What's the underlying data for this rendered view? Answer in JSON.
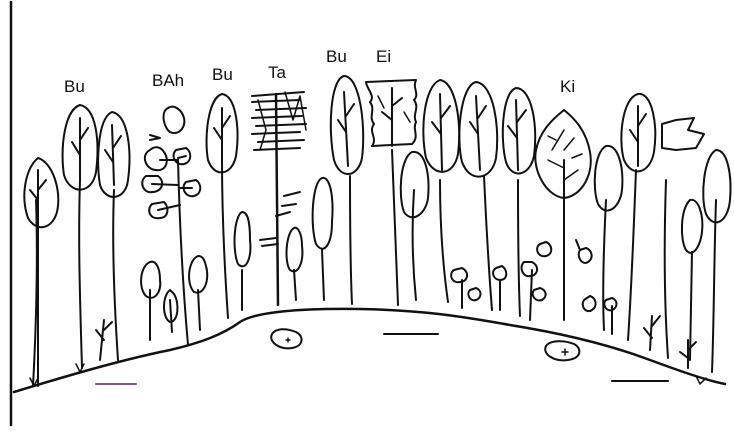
{
  "labels": {
    "bu1": "Bu",
    "bah": "BAh",
    "bu2": "Bu",
    "ta": "Ta",
    "bu3": "Bu",
    "ei": "Ei",
    "ki": "Ki"
  },
  "colors": {
    "ink": "#111111",
    "scale_bar_left": "#7a5a8c",
    "background": "#ffffff"
  }
}
